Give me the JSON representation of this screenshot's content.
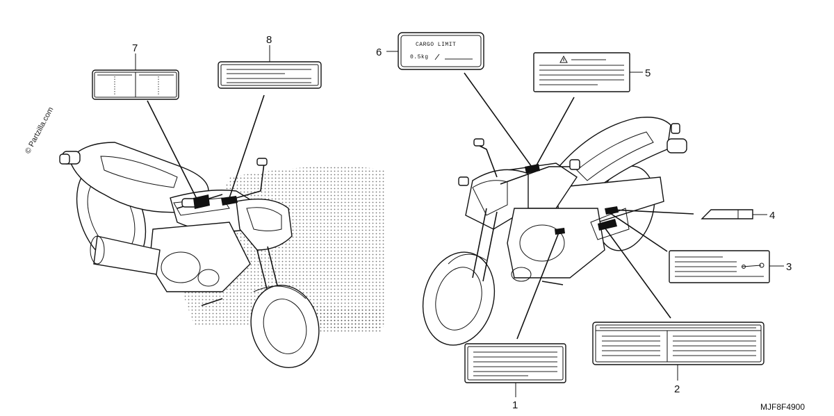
{
  "watermark": "© Partzilla.com",
  "diagram_code": "MJF8F4900",
  "cargo_label": {
    "title": "CARGO LIMIT",
    "weight": "0.5kg"
  },
  "callouts": [
    "1",
    "2",
    "3",
    "4",
    "5",
    "6",
    "7",
    "8"
  ]
}
